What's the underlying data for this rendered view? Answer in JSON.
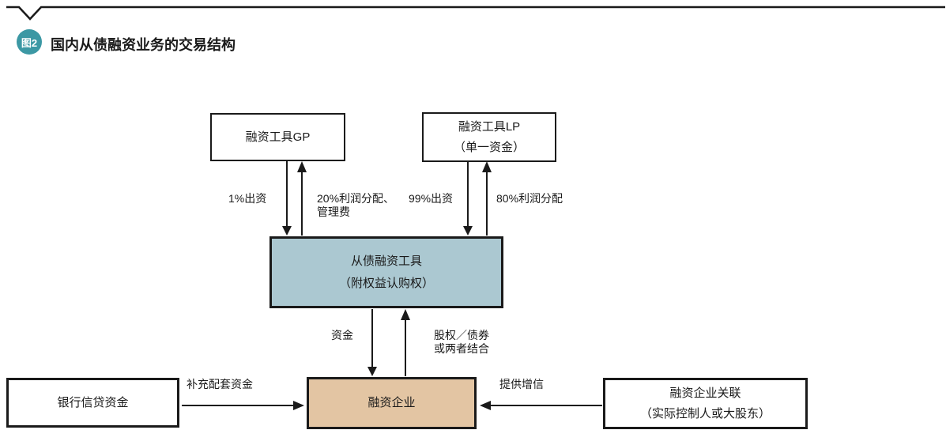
{
  "header": {
    "badge": "图2",
    "title": "国内从债融资业务的交易结构"
  },
  "colors": {
    "accent_teal": "#3c98a4",
    "vehicle_fill": "#abc8d1",
    "company_fill": "#e3c5a3",
    "line_black": "#1a1a1a"
  },
  "nodes": {
    "gp": {
      "label": "融资工具GP"
    },
    "lp": {
      "line1": "融资工具LP",
      "line2": "（单一资金）"
    },
    "vehicle": {
      "line1": "从债融资工具",
      "line2": "（附权益认购权）"
    },
    "company": {
      "label": "融资企业"
    },
    "bank": {
      "label": "银行信贷资金"
    },
    "affiliate": {
      "line1": "融资企业关联",
      "line2": "（实际控制人或大股东）"
    }
  },
  "edges": {
    "gp_contribution": {
      "label": "1%出资"
    },
    "gp_profit": {
      "line1": "20%利润分配、",
      "line2": "管理费"
    },
    "lp_contribution": {
      "label": "99%出资"
    },
    "lp_profit": {
      "label": "80%利润分配"
    },
    "funds_down": {
      "label": "资金"
    },
    "equity_up": {
      "line1": "股权／债券",
      "line2": "或两者结合"
    },
    "bank_support": {
      "label": "补充配套资金"
    },
    "credit_enhancement": {
      "label": "提供增信"
    }
  }
}
